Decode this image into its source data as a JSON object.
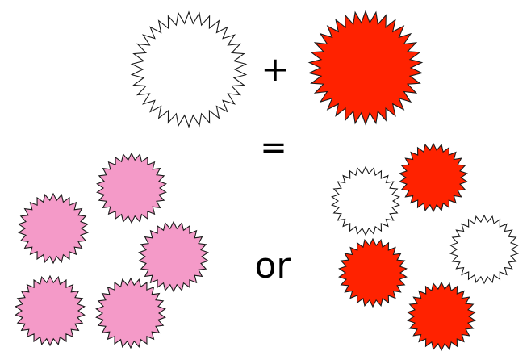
{
  "operators": {
    "plus": "+",
    "equals": "=",
    "or": "or"
  },
  "colors": {
    "white_fill": "#ffffff",
    "red_fill": "#ff2200",
    "pink_fill": "#f49ac8",
    "outline": "#1a1a1a"
  },
  "equation": {
    "left_operand": "white-starburst",
    "right_operand": "red-starburst"
  },
  "outcomes": [
    {
      "name": "blended",
      "count": 5,
      "color": "pink"
    },
    {
      "name": "separate",
      "white_count": 2,
      "red_count": 3
    }
  ]
}
